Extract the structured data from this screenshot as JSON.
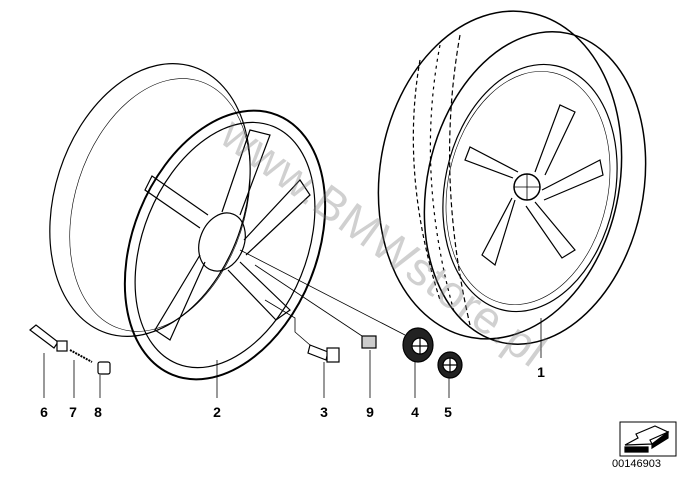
{
  "diagram": {
    "watermark": "www.BMWstore.pl",
    "image_number": "00146903",
    "parts": [
      {
        "number": "1",
        "part": "tire-wheel-assembly"
      },
      {
        "number": "2",
        "part": "light-alloy-rim"
      },
      {
        "number": "3",
        "part": "wheel-bolt"
      },
      {
        "number": "4",
        "part": "hub-cap"
      },
      {
        "number": "5",
        "part": "emblem"
      },
      {
        "number": "6",
        "part": "valve"
      },
      {
        "number": "7",
        "part": "valve-core"
      },
      {
        "number": "8",
        "part": "valve-cap"
      },
      {
        "number": "9",
        "part": "balance-weight"
      }
    ]
  }
}
